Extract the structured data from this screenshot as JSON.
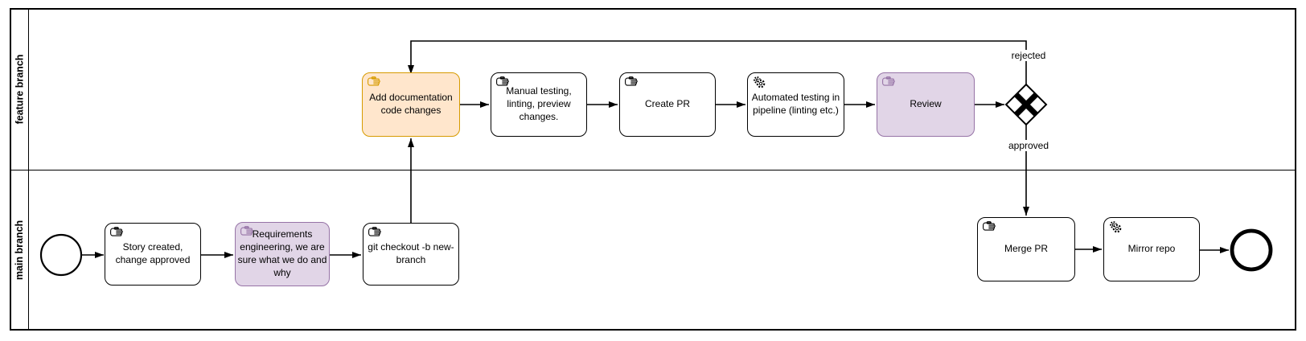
{
  "diagram": {
    "type": "bpmn-flowchart",
    "pool": {
      "lanes": [
        {
          "label": "feature branch"
        },
        {
          "label": "main branch"
        }
      ]
    },
    "nodes": {
      "start_event": {
        "type": "start-event",
        "lane": "main branch"
      },
      "story_created": {
        "type": "manual-task",
        "lane": "main branch",
        "label": "Story created, change approved",
        "icon": "manual-task-hand-icon"
      },
      "requirements": {
        "type": "manual-task",
        "lane": "main branch",
        "label": "Requirements engineering, we are sure what we do and why",
        "icon": "manual-task-hand-icon",
        "fill": "#e1d5e7"
      },
      "git_checkout": {
        "type": "manual-task",
        "lane": "main branch",
        "label": "git checkout -b new-branch",
        "icon": "manual-task-hand-icon"
      },
      "add_documentation": {
        "type": "manual-task",
        "lane": "feature branch",
        "label": "Add documentation code changes",
        "icon": "manual-task-hand-icon",
        "fill": "#ffe6cc"
      },
      "manual_testing": {
        "type": "manual-task",
        "lane": "feature branch",
        "label": "Manual testing, linting, preview changes.",
        "icon": "manual-task-hand-icon"
      },
      "create_pr": {
        "type": "manual-task",
        "lane": "feature branch",
        "label": "Create PR",
        "icon": "manual-task-hand-icon"
      },
      "automated_testing": {
        "type": "service-task",
        "lane": "feature branch",
        "label": "Automated testing in pipeline (linting etc.)",
        "icon": "service-task-gears-icon"
      },
      "review": {
        "type": "manual-task",
        "lane": "feature branch",
        "label": "Review",
        "icon": "manual-task-hand-icon",
        "fill": "#e1d5e7"
      },
      "decision_gateway": {
        "type": "exclusive-gateway",
        "lane": "feature branch"
      },
      "merge_pr": {
        "type": "manual-task",
        "lane": "main branch",
        "label": "Merge PR",
        "icon": "manual-task-hand-icon"
      },
      "mirror_repo": {
        "type": "service-task",
        "lane": "main branch",
        "label": "Mirror repo",
        "icon": "service-task-gears-icon"
      },
      "end_event": {
        "type": "end-event",
        "lane": "main branch"
      }
    },
    "flows": [
      {
        "from": "start_event",
        "to": "story_created"
      },
      {
        "from": "story_created",
        "to": "requirements"
      },
      {
        "from": "requirements",
        "to": "git_checkout"
      },
      {
        "from": "git_checkout",
        "to": "add_documentation"
      },
      {
        "from": "add_documentation",
        "to": "manual_testing"
      },
      {
        "from": "manual_testing",
        "to": "create_pr"
      },
      {
        "from": "create_pr",
        "to": "automated_testing"
      },
      {
        "from": "automated_testing",
        "to": "review"
      },
      {
        "from": "review",
        "to": "decision_gateway"
      },
      {
        "from": "decision_gateway",
        "to": "add_documentation",
        "label": "rejected"
      },
      {
        "from": "decision_gateway",
        "to": "merge_pr",
        "label": "approved"
      },
      {
        "from": "merge_pr",
        "to": "mirror_repo"
      },
      {
        "from": "mirror_repo",
        "to": "end_event"
      }
    ],
    "colors": {
      "task_border": "#000000",
      "flow_line": "#000000",
      "highlight_orange_fill": "#ffe6cc",
      "highlight_orange_border": "#d79b00",
      "highlight_purple_fill": "#e1d5e7",
      "highlight_purple_border": "#9673a6"
    }
  }
}
